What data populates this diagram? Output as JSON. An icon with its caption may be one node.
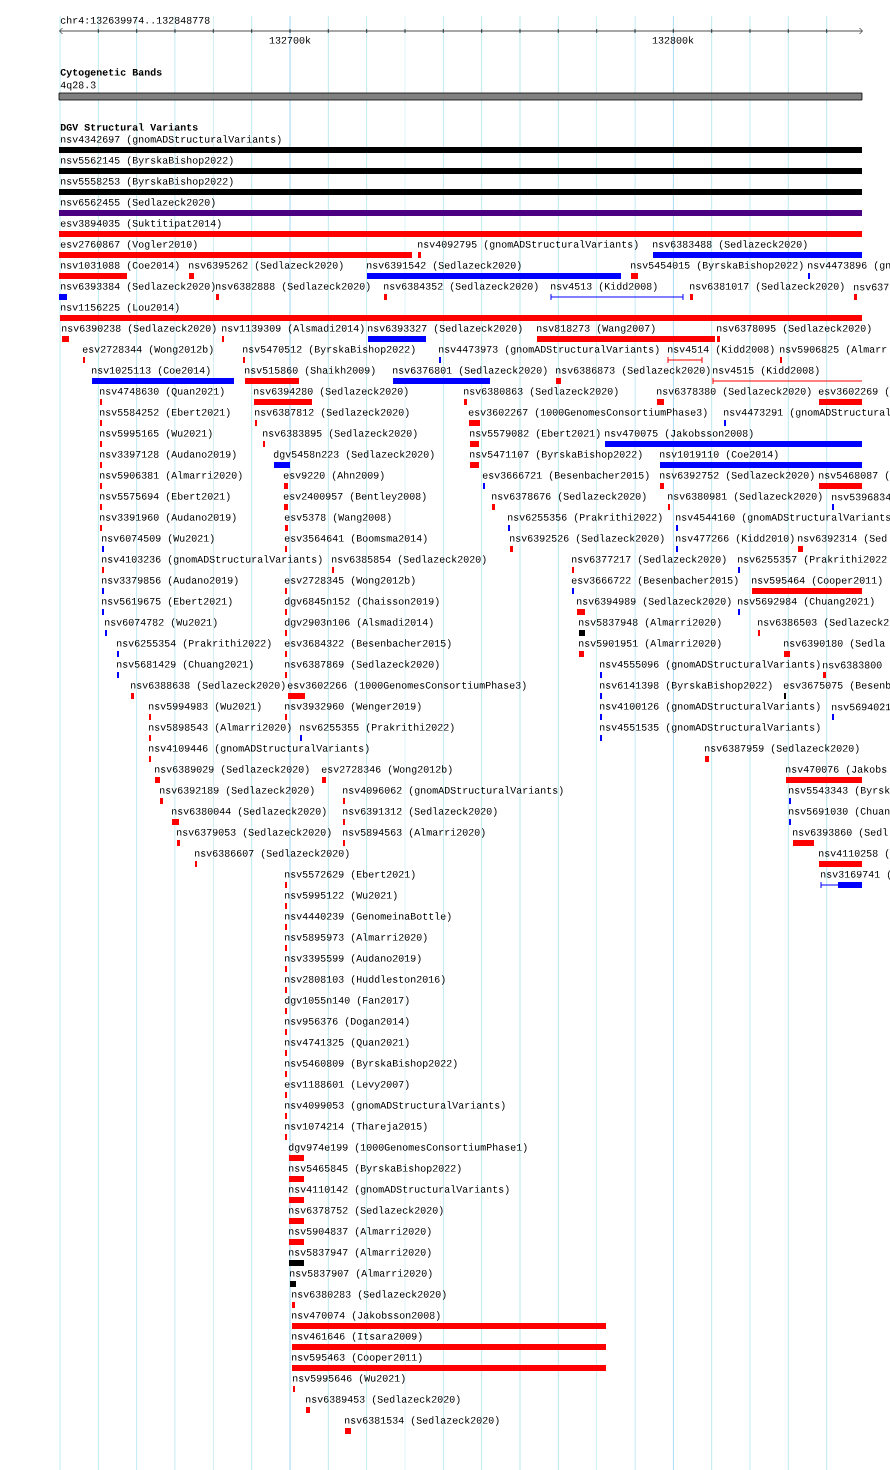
{
  "diagram": {
    "labels": [
      "chr4:132639974..132848778",
      "132700k",
      "132800k",
      "Cytogenetic Bands",
      "4q28.3",
      "DGV Structural Variants",
      "nsv4342697 (gnomADStructuralVariants)",
      "nsv5562145 (ByrskaBishop2022)",
      "nsv5558253 (ByrskaBishop2022)",
      "nsv6562455 (Sedlazeck2020)",
      "esv3894035 (Suktitipat2014)",
      "esv2760867 (Vogler2010)",
      "nsv4092795 (gnomADStructuralVariants)",
      "nsv6383488 (Sedlazeck2020)",
      "nsv1031088 (Coe2014)",
      "nsv6395262 (Sedlazeck2020)",
      "nsv6391542 (Sedlazeck2020)",
      "nsv5454015 (ByrskaBishop2022)",
      "nsv4473896 (gn",
      "nsv6393384 (Sedlazeck2020)",
      "nsv6382888 (Sedlazeck2020)",
      "nsv6384352 (Sedlazeck2020)",
      "nsv4513 (Kidd2008)",
      "nsv6381017 (Sedlazeck2020)",
      "nsv637",
      "nsv1156225 (Lou2014)",
      "nsv6390238 (Sedlazeck2020)",
      "nsv1139309 (Alsmadi2014)",
      "nsv6393327 (Sedlazeck2020)",
      "nsv818273 (Wang2007)",
      "nsv6378095 (Sedlazeck2020)",
      "esv2728344 (Wong2012b)",
      "nsv5470512 (ByrskaBishop2022)",
      "nsv4473973 (gnomADStructuralVariants)",
      "nsv4514 (Kidd2008)",
      "nsv5906825 (Almarr",
      "nsv1025113 (Coe2014)",
      "nsv515860 (Shaikh2009)",
      "nsv6376801 (Sedlazeck2020)",
      "nsv6386873 (Sedlazeck2020)",
      "nsv4515 (Kidd2008)",
      "nsv4748630 (Quan2021)",
      "nsv6394280 (Sedlazeck2020)",
      "nsv6380863 (Sedlazeck2020)",
      "nsv6378380 (Sedlazeck2020)",
      "esv3602269 (",
      "nsv5584252 (Ebert2021)",
      "nsv6387812 (Sedlazeck2020)",
      "esv3602267 (1000GenomesConsortiumPhase3)",
      "nsv4473291 (gnomADStructural",
      "nsv5995165 (Wu2021)",
      "nsv6383895 (Sedlazeck2020)",
      "nsv5579082 (Ebert2021)",
      "nsv470075 (Jakobsson2008)",
      "nsv3397128 (Audano2019)",
      "dgv5458n223 (Sedlazeck2020)",
      "nsv5471107 (ByrskaBishop2022)",
      "nsv1019110 (Coe2014)",
      "nsv5906381 (Almarri2020)",
      "esv9220 (Ahn2009)",
      "esv3666721 (Besenbacher2015)",
      "nsv6392752 (Sedlazeck2020)",
      "nsv5468087 (",
      "nsv5575694 (Ebert2021)",
      "esv2400957 (Bentley2008)",
      "nsv6378676 (Sedlazeck2020)",
      "nsv6380981 (Sedlazeck2020)",
      "nsv5396834",
      "nsv3391960 (Audano2019)",
      "esv5378 (Wang2008)",
      "nsv6255356 (Prakrithi2022)",
      "nsv4544160 (gnomADStructuralVariants",
      "nsv6074509 (Wu2021)",
      "esv3564641 (Boomsma2014)",
      "nsv6392526 (Sedlazeck2020)",
      "nsv477266 (Kidd2010)",
      "nsv6392314 (Sed",
      "nsv4103236 (gnomADStructuralVariants)",
      "nsv6385854 (Sedlazeck2020)",
      "nsv6377217 (Sedlazeck2020)",
      "nsv6255357 (Prakrithi2022",
      "nsv3379856 (Audano2019)",
      "esv2728345 (Wong2012b)",
      "esv3666722 (Besenbacher2015)",
      "nsv595464 (Cooper2011)",
      "nsv5619675 (Ebert2021)",
      "dgv6845n152 (Chaisson2019)",
      "nsv6394989 (Sedlazeck2020)",
      "nsv5692984 (Chuang2021)",
      "nsv6074782 (Wu2021)",
      "dgv2903n106 (Alsmadi2014)",
      "nsv5837948 (Almarri2020)",
      "nsv6386503 (Sedlazeck2",
      "nsv6255354 (Prakrithi2022)",
      "esv3684322 (Besenbacher2015)",
      "nsv5901951 (Almarri2020)",
      "nsv6390180 (Sedla",
      "nsv5681429 (Chuang2021)",
      "nsv6387869 (Sedlazeck2020)",
      "nsv4555096 (gnomADStructuralVariants)",
      "nsv6383800",
      "nsv6388638 (Sedlazeck2020)",
      "esv3602266 (1000GenomesConsortiumPhase3)",
      "nsv6141398 (ByrskaBishop2022)",
      "esv3675075 (Besenb",
      "nsv5994983 (Wu2021)",
      "nsv3932960 (Wenger2019)",
      "nsv4100126 (gnomADStructuralVariants)",
      "nsv5694021",
      "nsv5898543 (Almarri2020)",
      "nsv6255355 (Prakrithi2022)",
      "nsv4551535 (gnomADStructuralVariants)",
      "nsv4109446 (gnomADStructuralVariants)",
      "nsv6387959 (Sedlazeck2020)",
      "nsv6389029 (Sedlazeck2020)",
      "esv2728346 (Wong2012b)",
      "nsv470076 (Jakobs",
      "nsv6392189 (Sedlazeck2020)",
      "nsv4096062 (gnomADStructuralVariants)",
      "nsv5543343 (Byrsk",
      "nsv6380044 (Sedlazeck2020)",
      "nsv6391312 (Sedlazeck2020)",
      "nsv5691030 (Chuan",
      "nsv6379053 (Sedlazeck2020)",
      "nsv5894563 (Almarri2020)",
      "nsv6393860 (Sedl",
      "nsv6386607 (Sedlazeck2020)",
      "nsv4110258 (",
      "nsv5572629 (Ebert2021)",
      "nsv3169741 (",
      "nsv5995122 (Wu2021)",
      "nsv4440239 (GenomeinaBottle)",
      "nsv5895973 (Almarri2020)",
      "nsv3395599 (Audano2019)",
      "nsv2808103 (Huddleston2016)",
      "dgv1055n140 (Fan2017)",
      "nsv956376 (Dogan2014)",
      "nsv4741325 (Quan2021)",
      "nsv5460809 (ByrskaBishop2022)",
      "esv1188601 (Levy2007)",
      "nsv4099053 (gnomADStructuralVariants)",
      "nsv1074214 (Thareja2015)",
      "dgv974e199 (1000GenomesConsortiumPhase1)",
      "nsv5465845 (ByrskaBishop2022)",
      "nsv4110142 (gnomADStructuralVariants)",
      "nsv6378752 (Sedlazeck2020)",
      "nsv5904837 (Almarri2020)",
      "nsv5837947 (Almarri2020)",
      "nsv5837907 (Almarri2020)",
      "nsv6380283 (Sedlazeck2020)",
      "nsv470074 (Jakobsson2008)",
      "nsv461646 (Itsara2009)",
      "nsv595463 (Cooper2011)",
      "nsv5995646 (Wu2021)",
      "nsv6389453 (Sedlazeck2020)",
      "nsv6381534 (Sedlazeck2020)"
    ]
  }
}
